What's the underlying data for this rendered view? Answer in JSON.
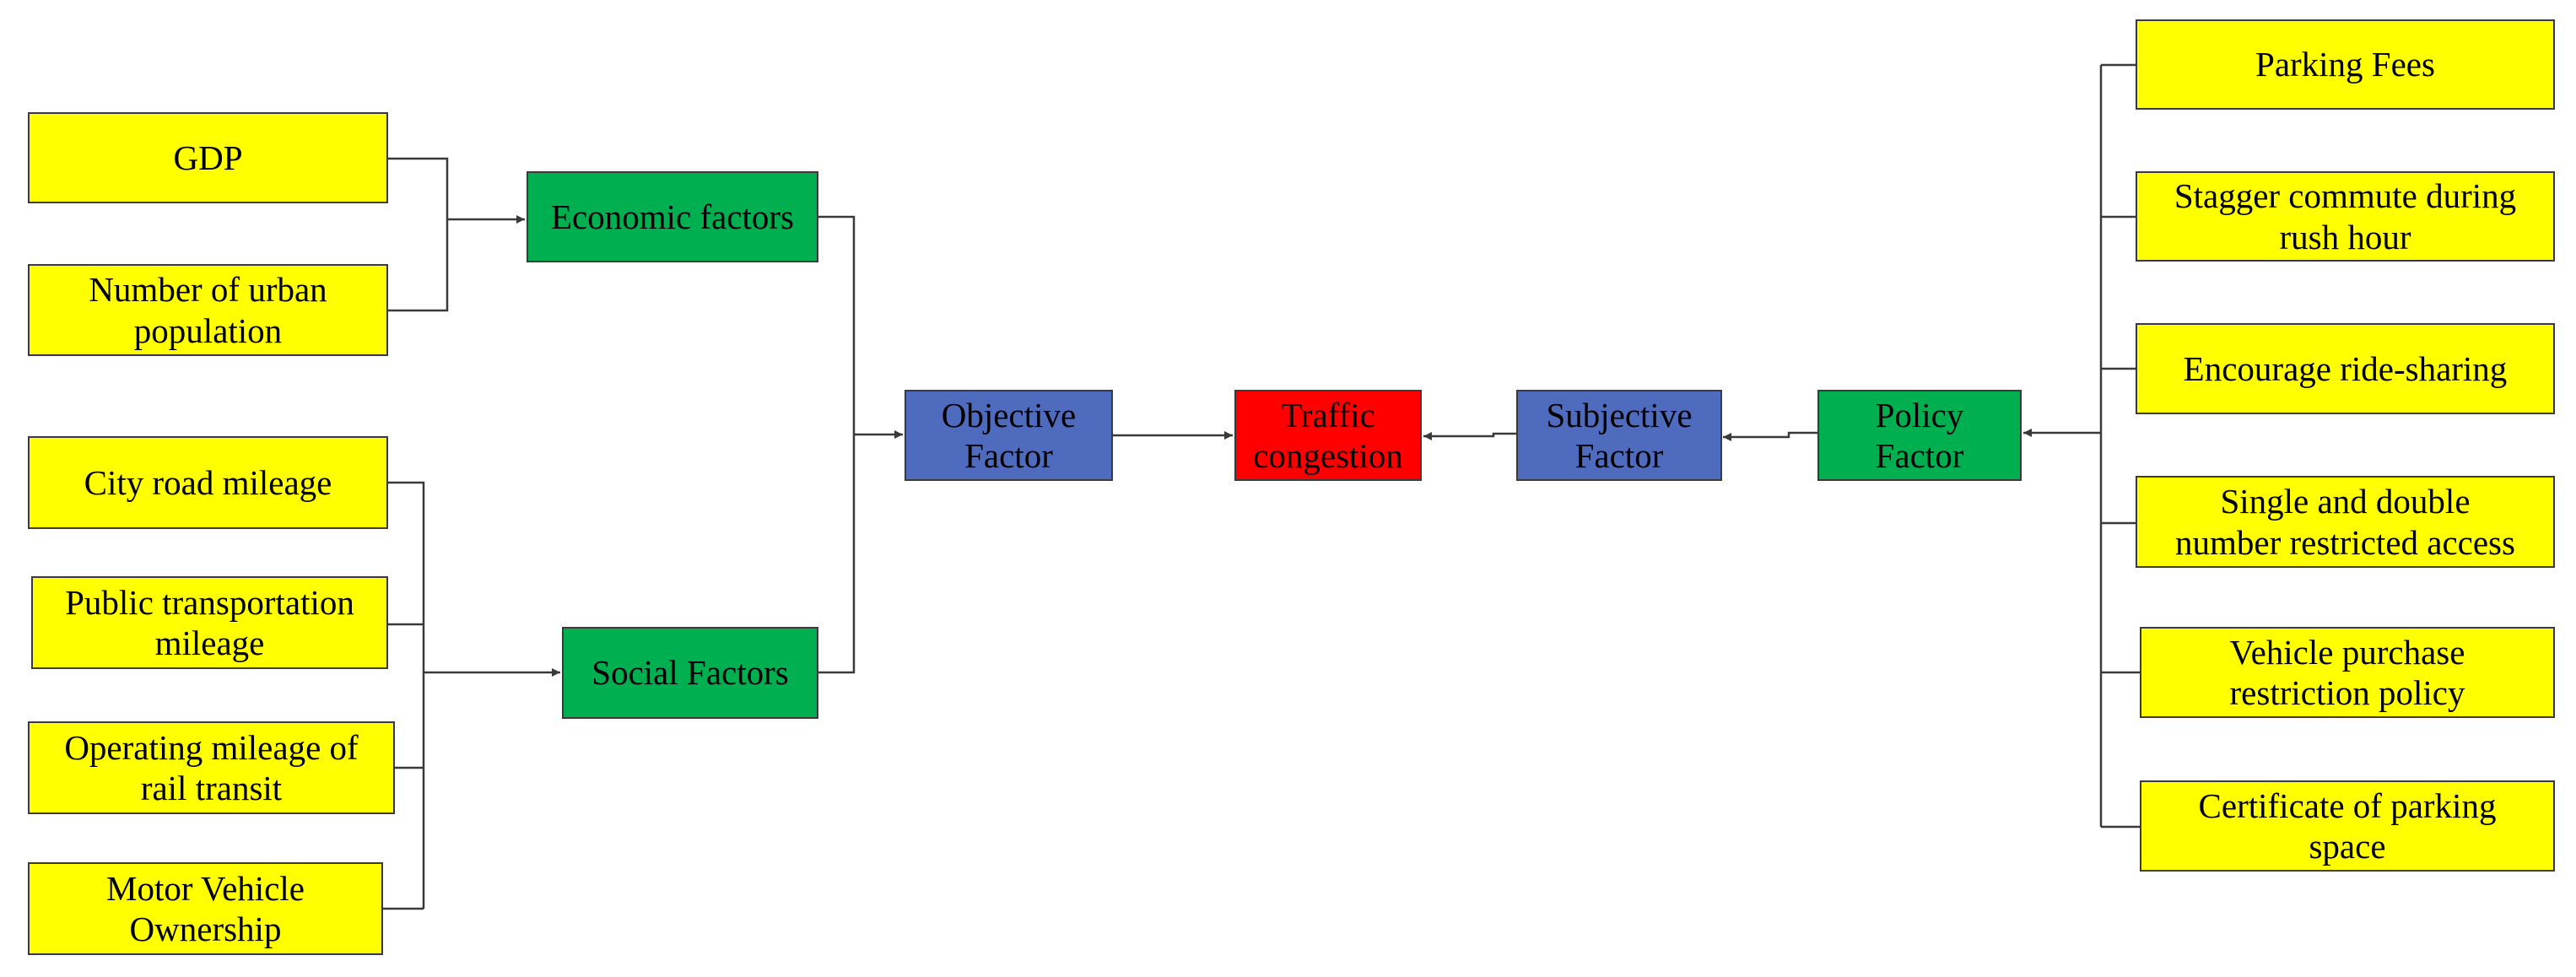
{
  "center": {
    "label": "Traffic\ncongestion",
    "color": "#ff0000"
  },
  "objective": {
    "label": "Objective\nFactor",
    "economic": {
      "label": "Economic factors",
      "items": [
        "GDP",
        "Number of urban\npopulation"
      ]
    },
    "social": {
      "label": "Social Factors",
      "items": [
        "City road mileage",
        "Public transportation\nmileage",
        "Operating mileage of\nrail transit",
        "Motor Vehicle\nOwnership"
      ]
    }
  },
  "subjective": {
    "label": "Subjective\nFactor",
    "policy": {
      "label": "Policy\nFactor",
      "items": [
        "Parking Fees",
        "Stagger  commute during\nrush hour",
        "Encourage ride-sharing",
        "Single and double\nnumber restricted access",
        "Vehicle purchase\nrestriction policy",
        "Certificate of parking\nspace"
      ]
    }
  },
  "colors": {
    "leaf": "#ffff00",
    "group": "#00b050",
    "factor": "#4f6bbd",
    "center": "#ff0000",
    "line": "#3a3a3a"
  }
}
